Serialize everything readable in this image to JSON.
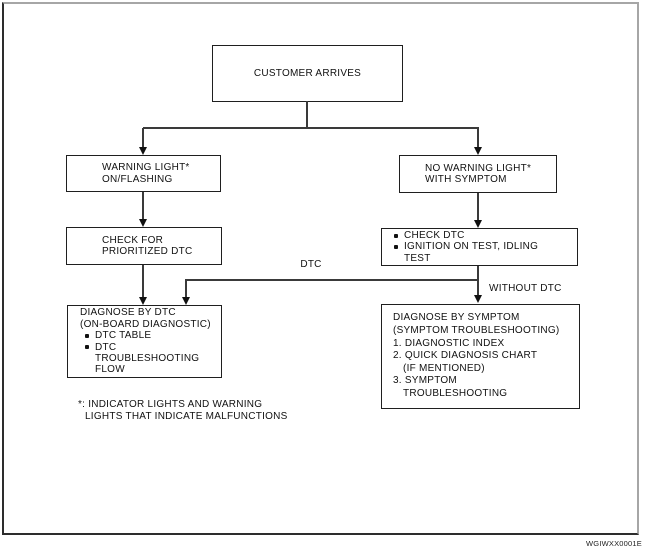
{
  "figure": {
    "code": "WGIWXX0001E"
  },
  "nodes": {
    "customer_arrives": {
      "label": "CUSTOMER ARRIVES"
    },
    "warning_light": {
      "lines": [
        "WARNING LIGHT*",
        "ON/FLASHING"
      ]
    },
    "no_warning_light": {
      "lines": [
        "NO WARNING LIGHT*",
        "WITH SYMPTOM"
      ]
    },
    "check_prioritized_dtc": {
      "lines": [
        "CHECK FOR",
        "PRIORITIZED DTC"
      ]
    },
    "check_dtc": {
      "bullet_1": "CHECK DTC",
      "bullet_2_line_1": "IGNITION ON TEST, IDLING",
      "bullet_2_line_2": "TEST"
    },
    "diagnose_by_dtc": {
      "title_line_1": "DIAGNOSE BY DTC",
      "title_line_2": "(ON-BOARD DIAGNOSTIC)",
      "bullet_1": "DTC TABLE",
      "bullet_2_line_1": "DTC",
      "bullet_2_line_2": "TROUBLESHOOTING",
      "bullet_2_line_3": "FLOW"
    },
    "diagnose_by_symptom": {
      "title_line_1": "DIAGNOSE BY SYMPTOM",
      "title_line_2": "(SYMPTOM TROUBLESHOOTING)",
      "item_1": "1. DIAGNOSTIC INDEX",
      "item_2": "2. QUICK DIAGNOSIS CHART",
      "item_2_cont": "(IF MENTIONED)",
      "item_3": "3. SYMPTOM",
      "item_3_cont": "TROUBLESHOOTING"
    }
  },
  "edge_labels": {
    "dtc": "DTC",
    "without_dtc": "WITHOUT DTC"
  },
  "footnote": {
    "line_1": "*: INDICATOR LIGHTS AND WARNING",
    "line_2": "LIGHTS THAT INDICATE MALFUNCTIONS"
  },
  "colors": {
    "line": "#3a3a3a",
    "text": "#111111",
    "background": "#ffffff",
    "frame_light": "#a6a6a6",
    "frame_dark": "#2d2d2d"
  }
}
